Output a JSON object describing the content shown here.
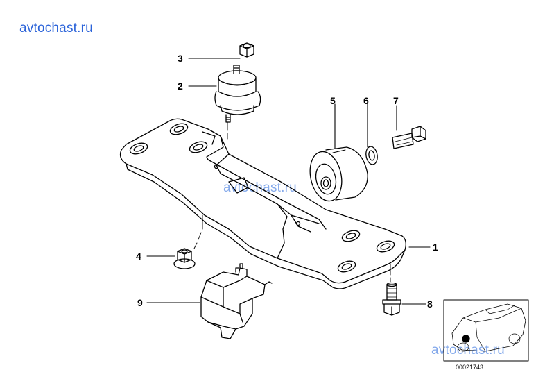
{
  "watermarks": [
    "avtochast.ru",
    "avtochast.ru",
    "avtochast.ru"
  ],
  "part_numbers": [
    "1",
    "2",
    "3",
    "4",
    "5",
    "6",
    "7",
    "8",
    "9"
  ],
  "document_id": "00021743",
  "colors": {
    "watermark": "#2b63d9",
    "line": "#000000"
  }
}
